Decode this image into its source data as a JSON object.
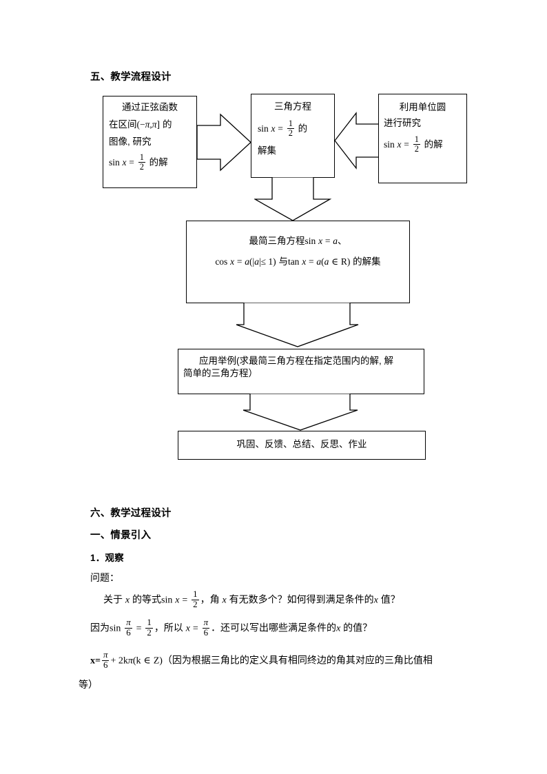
{
  "document": {
    "section_heading": "五、教学流程设计",
    "flow": {
      "box1": {
        "name": "通过正弦函数观察解",
        "lines": [
          "通过正弦函数",
          "在区间(−π, π] 的",
          "图像, 研究",
          "sin x = 1/2 的解"
        ],
        "line1": "通过正弦函数",
        "line2_a": "在区间",
        "line2_b": "(−",
        "line2_c": "π",
        "line2_d": ",",
        "line2_e": "π",
        "line2_f": "]",
        "line2_g": "的",
        "line3": "图像, 研究",
        "line4_a": "sin",
        "line4_x": "x",
        "line4_eq": "=",
        "line4_num": "1",
        "line4_den": "2",
        "line4_tail": "的解"
      },
      "box2": {
        "name": "三角方程解集",
        "line1": "三角方程",
        "line2_a": "sin",
        "line2_x": "x",
        "line2_eq": "=",
        "line2_num": "1",
        "line2_den": "2",
        "line2_tail": "的",
        "line3": "解集"
      },
      "box3": {
        "name": "利用单位圆研究",
        "line1": "利用单位圆",
        "line2": "进行研究",
        "line3_a": "sin",
        "line3_x": "x",
        "line3_eq": "=",
        "line3_num": "1",
        "line3_den": "2",
        "line3_tail": "的解"
      },
      "box4": {
        "name": "最简三角方程解集",
        "line1_a": "最简三角方程",
        "line1_sin": "sin",
        "line1_x": "x",
        "line1_eq": "=",
        "line1_a2": "a",
        "line1_tail": "、",
        "line2_cos": "cos",
        "line2_x": "x",
        "line2_eq": "=",
        "line2_a": "a",
        "line2_open": "(",
        "line2_abs1": "|",
        "line2_absa": "a",
        "line2_abs2": "|",
        "line2_le": "≤ 1)",
        "line2_yu": "与",
        "line2_tan": "tan",
        "line2_x2": "x",
        "line2_eq2": "=",
        "line2_a3": "a",
        "line2_cond": "(",
        "line2_a4": "a",
        "line2_in": "∈",
        "line2_R": "R",
        "line2_close": ")",
        "line2_tail": "的解集"
      },
      "box5": {
        "name": "应用举例",
        "line1": "应用举例(求最简三角方程在指定范围内的解, 解",
        "line2": "简单的三角方程）"
      },
      "box6": {
        "name": "巩固反馈总结",
        "line1": "巩固、反馈、总结、反思、作业"
      }
    },
    "section2_heading": "六、教学过程设计",
    "sub1_heading": "一、情景引入",
    "item1_heading": "1．观察",
    "question_label": "问题：",
    "q1": {
      "a": "关于",
      "x1": "x",
      "b": "的等式",
      "sin": "sin",
      "x2": "x",
      "eq": "=",
      "num": "1",
      "den": "2",
      "tail": "，角",
      "x3": "x",
      "tail2": "有无数多个？如何得到满足条件的",
      "x4": "x",
      "tail3": "值？"
    },
    "q2": {
      "a": "因为",
      "sin": "sin",
      "num1": "π",
      "den1": "6",
      "eq1": "=",
      "num2": "1",
      "den2": "2",
      "mid": "，所以",
      "x": "x",
      "eq2": "=",
      "num3": "π",
      "den3": "6",
      "tail": "．还可以写出哪些满足条件的",
      "x2": "x",
      "tail2": "的值？"
    },
    "q3": {
      "x": "x=",
      "num": "π",
      "den": "6",
      "plus": "+ 2k",
      "pi": "π",
      "open": "(k",
      "in": "∈",
      "Z": "Z",
      "close": ")",
      "tail": "（因为根据三角比的定义具有相同终边的角其对应的三角比值相",
      "line2": "等）"
    }
  }
}
